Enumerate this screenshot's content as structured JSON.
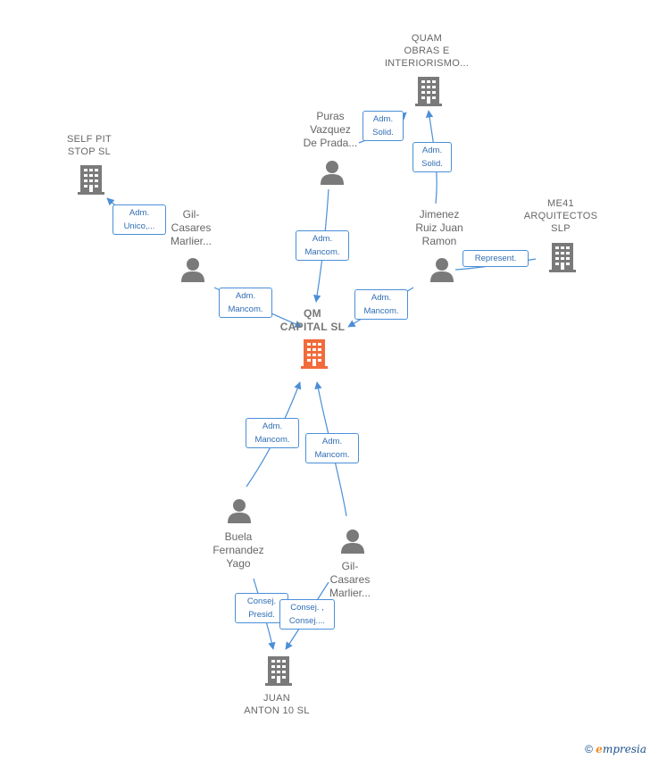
{
  "companies": {
    "qm_capital": "QM\nCAPITAL  SL",
    "quam": "QUAM\nOBRAS E\nINTERIORISMO...",
    "self_pit": "SELF PIT\nSTOP  SL",
    "me41": "ME41\nARQUITECTOS\nSLP",
    "juan_anton": "JUAN\nANTON 10  SL"
  },
  "people": {
    "puras": "Puras\nVazquez\nDe Prada...",
    "gil_top": "Gil-\nCasares\nMarlier...",
    "jimenez": "Jimenez\nRuiz Juan\nRamon",
    "buela": "Buela\nFernandez\nYago",
    "gil_bottom": "Gil-\nCasares\nMarlier..."
  },
  "relations": {
    "puras_quam": "Adm.\nSolid.",
    "jimenez_quam": "Adm.\nSolid.",
    "gil_selfpit": "Adm.\nUnico,...",
    "puras_qm": "Adm.\nMancom.",
    "gil_qm": "Adm.\nMancom.",
    "jimenez_qm": "Adm.\nMancom.",
    "jimenez_me41": "Represent.",
    "buela_qm": "Adm.\nMancom.",
    "gil_bottom_qm": "Adm.\nMancom.",
    "buela_juan": "Consej.\nPresid.",
    "gil_bottom_juan": "Consej. ,\nConsej...."
  },
  "colors": {
    "main_company": "#f26b3a",
    "company": "#7a7a7a",
    "person": "#7a7a7a",
    "edge": "#4a8fd8"
  },
  "brand": {
    "copyright": "©",
    "e": "e",
    "rest": "mpresia"
  }
}
